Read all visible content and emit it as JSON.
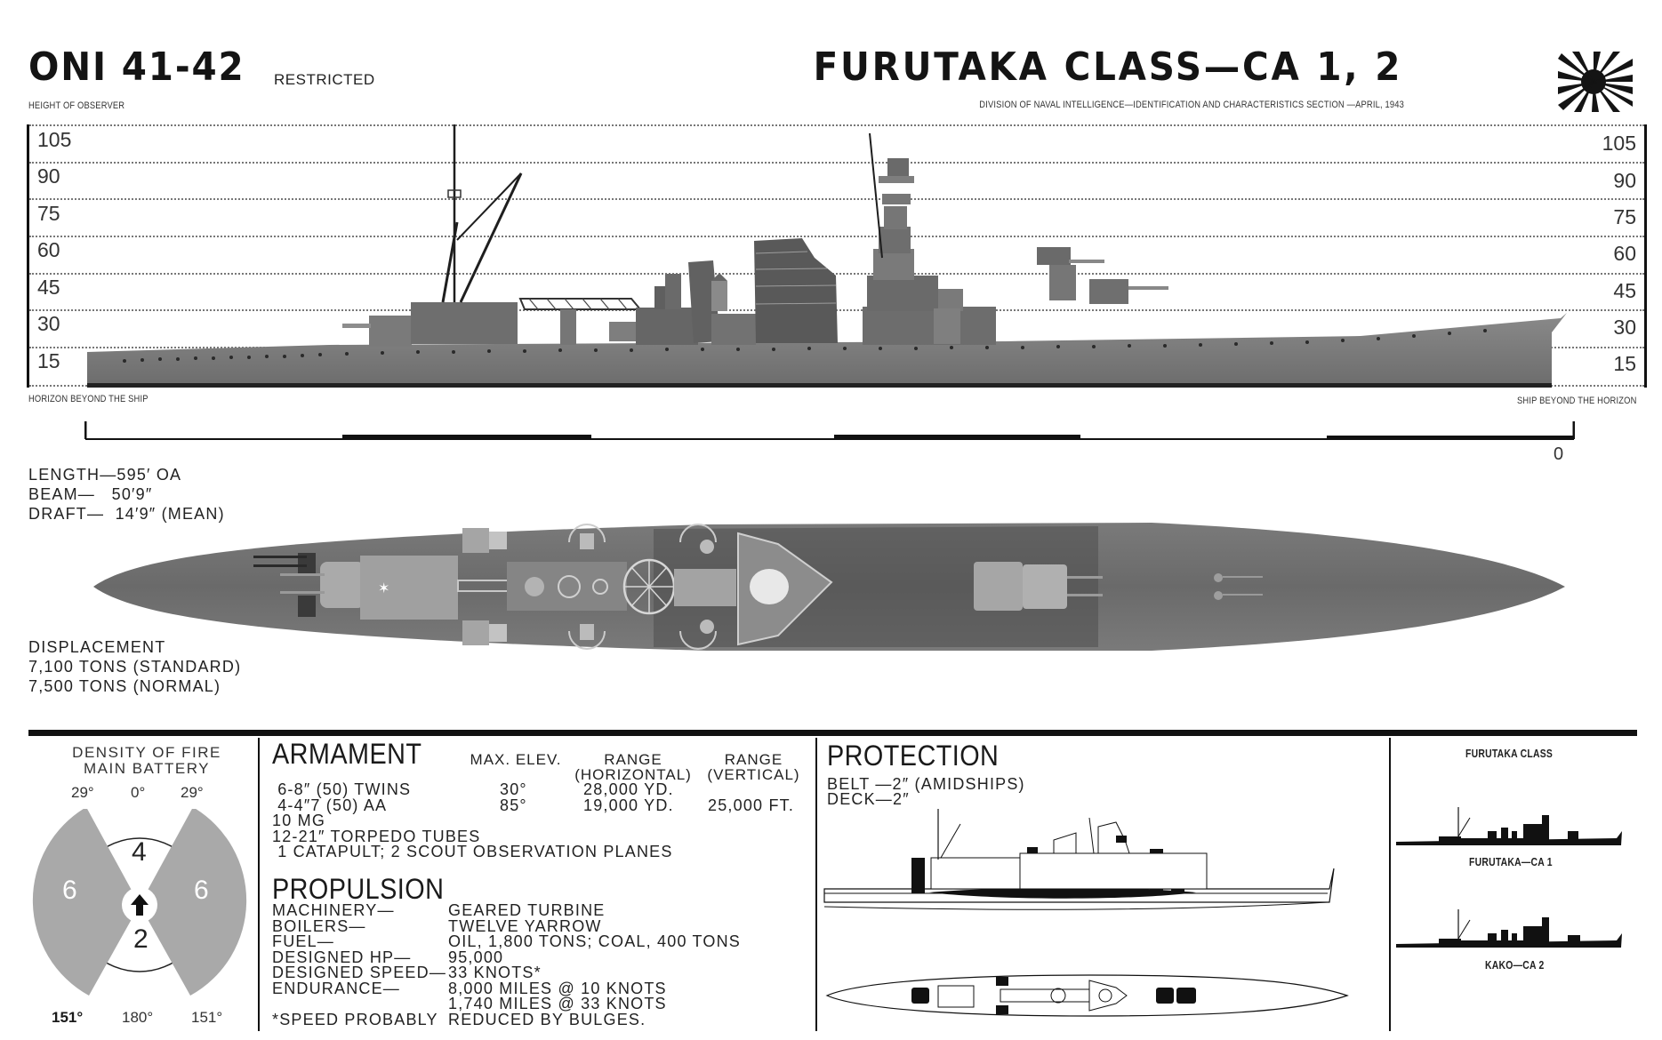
{
  "header": {
    "doc_id": "ONI 41-42",
    "classification": "RESTRICTED",
    "class_title": "FURUTAKA CLASS—CA 1, 2",
    "subtitle": "DIVISION OF NAVAL INTELLIGENCE—IDENTIFICATION AND CHARACTERISTICS SECTION —APRIL, 1943",
    "flag_icon": "rising-sun-naval-ensign-icon"
  },
  "height_chart": {
    "top_label": "HEIGHT OF OBSERVER",
    "bottom_left_label": "HORIZON BEYOND THE SHIP",
    "bottom_right_label": "SHIP BEYOND THE HORIZON",
    "ticks": [
      "105",
      "90",
      "75",
      "60",
      "45",
      "30",
      "15"
    ],
    "scale_zero": "0"
  },
  "dimensions": {
    "length": "LENGTH—595′ OA",
    "beam": "BEAM—   50′9″",
    "draft": "DRAFT—  14′9″ (MEAN)"
  },
  "displacement": {
    "title": "DISPLACEMENT",
    "standard": "7,100 TONS (STANDARD)",
    "normal": "7,500 TONS (NORMAL)"
  },
  "density_of_fire": {
    "title_line1": "DENSITY OF FIRE",
    "title_line2": "MAIN BATTERY",
    "top_angles": [
      "29°",
      "0°",
      "29°"
    ],
    "bottom_angles": [
      "151°",
      "180°",
      "151°"
    ],
    "sectors": {
      "port": "6",
      "forward": "4",
      "aft": "2",
      "starboard": "6"
    }
  },
  "armament": {
    "title": "ARMAMENT",
    "columns": {
      "max_elev": "MAX. ELEV.",
      "range_h_1": "RANGE",
      "range_h_2": "(HORIZONTAL)",
      "range_v_1": "RANGE",
      "range_v_2": "(VERTICAL)"
    },
    "rows": [
      {
        "weapon": " 6-8″ (50) TWINS",
        "elev": "30°",
        "range_h": "28,000 YD.",
        "range_v": ""
      },
      {
        "weapon": " 4-4″7 (50) AA",
        "elev": "85°",
        "range_h": "19,000 YD.",
        "range_v": "25,000 FT."
      },
      {
        "weapon": "10 MG",
        "elev": "",
        "range_h": "",
        "range_v": ""
      },
      {
        "weapon": "12-21″ TORPEDO TUBES",
        "elev": "",
        "range_h": "",
        "range_v": ""
      },
      {
        "weapon": " 1 CATAPULT; 2 SCOUT OBSERVATION PLANES",
        "elev": "",
        "range_h": "",
        "range_v": ""
      }
    ]
  },
  "propulsion": {
    "title": "PROPULSION",
    "rows": [
      {
        "label": "MACHINERY—",
        "value": "GEARED TURBINE"
      },
      {
        "label": "BOILERS—",
        "value": "TWELVE YARROW"
      },
      {
        "label": "FUEL—",
        "value": "OIL, 1,800 TONS; COAL, 400 TONS"
      },
      {
        "label": "DESIGNED HP—",
        "value": "95,000"
      },
      {
        "label": "DESIGNED SPEED—",
        "value": "33 KNOTS*"
      },
      {
        "label": "ENDURANCE—",
        "value": "8,000 MILES @ 10 KNOTS"
      },
      {
        "label": "",
        "value": "1,740 MILES @ 33 KNOTS"
      }
    ],
    "footnote_label": "*SPEED PROBABLY",
    "footnote_value": "REDUCED BY BULGES."
  },
  "protection": {
    "title": "PROTECTION",
    "belt": "BELT —2″ (AMIDSHIPS)",
    "deck": "DECK—2″"
  },
  "silhouettes": {
    "title": "FURUTAKA CLASS",
    "ships": [
      "FURUTAKA—CA 1",
      "KAKO—CA 2"
    ]
  },
  "colors": {
    "ink": "#141414",
    "hull_gray": "#7d7d7d",
    "deck_gray": "#6f6f6f",
    "light_gray": "#b5b5b5",
    "sector_gray": "#a9a9a9"
  }
}
